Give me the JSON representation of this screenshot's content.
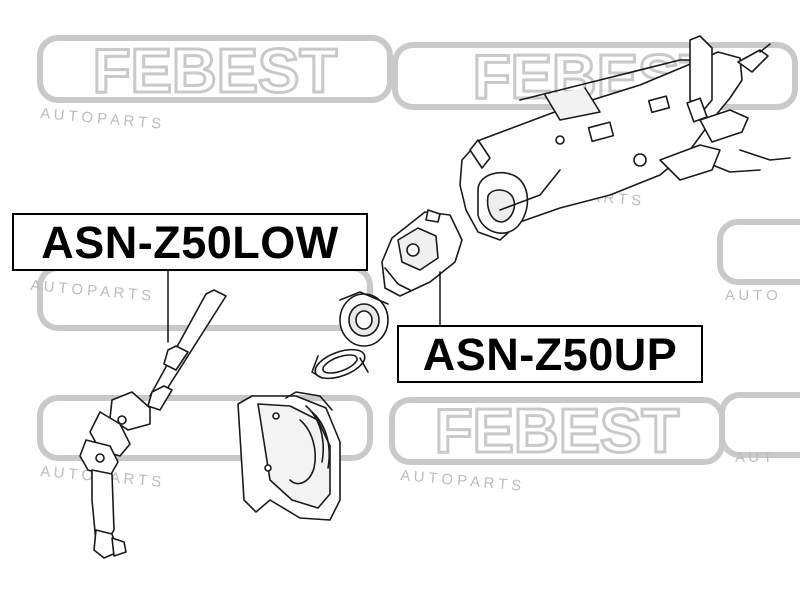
{
  "watermark": {
    "brand": "FEBEST",
    "tagline": "A U T O   P A R T S",
    "color": "#c9c9c9"
  },
  "labels": {
    "lower": "ASN-Z50LOW",
    "upper": "ASN-Z50UP"
  },
  "line_color": "#000000"
}
